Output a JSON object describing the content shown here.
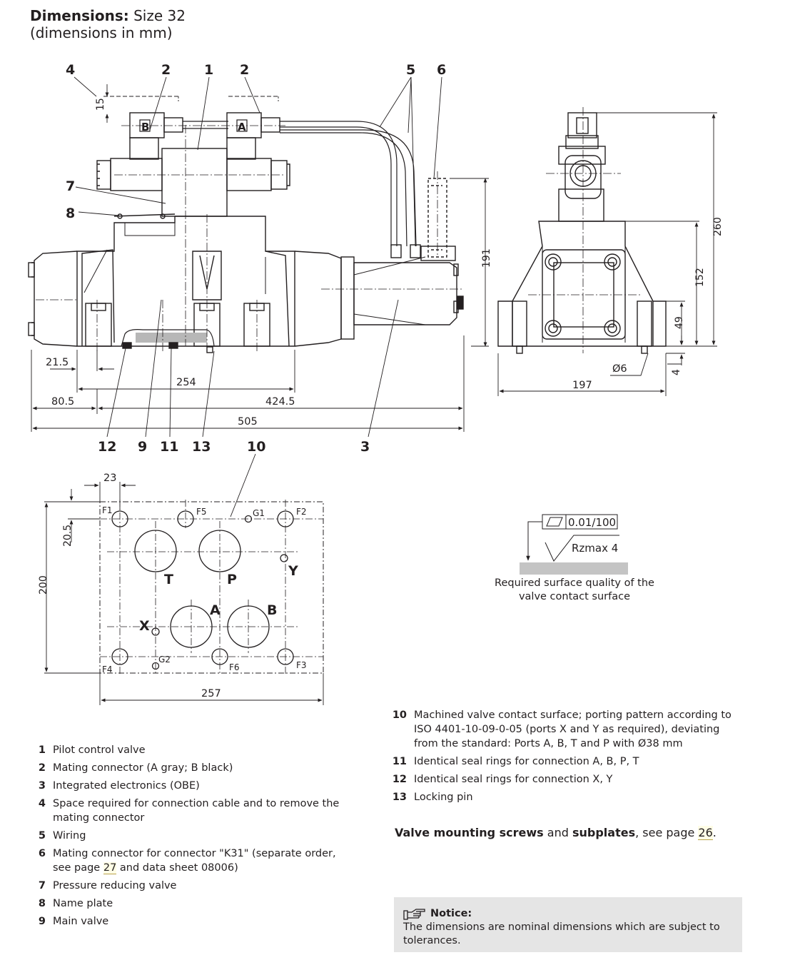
{
  "title": {
    "bold": "Dimensions:",
    "rest": " Size 32",
    "sub": "(dimensions in mm)"
  },
  "callouts": {
    "c4": "4",
    "c2a": "2",
    "c1": "1",
    "c2b": "2",
    "c5": "5",
    "c6": "6",
    "c7": "7",
    "c8": "8",
    "c12": "12",
    "c9": "9",
    "c11": "11",
    "c13": "13",
    "c10": "10",
    "c3": "3"
  },
  "dims_front": {
    "d15": "15",
    "d191": "191",
    "d21_5": "21.5",
    "d254": "254",
    "d80_5": "80.5",
    "d424_5": "424.5",
    "d505": "505"
  },
  "dims_side": {
    "d260": "260",
    "d152": "152",
    "d49": "49",
    "d4": "4",
    "d197": "197",
    "dphi6": "Ø6"
  },
  "connector_labels": {
    "b": "B",
    "a": "A"
  },
  "plate": {
    "d23": "23",
    "d20_5": "20.5",
    "d200": "200",
    "d257": "257",
    "F1": "F1",
    "F2": "F2",
    "F3": "F3",
    "F4": "F4",
    "F5": "F5",
    "F6": "F6",
    "G1": "G1",
    "G2": "G2",
    "T": "T",
    "P": "P",
    "A": "A",
    "B": "B",
    "X": "X",
    "Y": "Y"
  },
  "surface": {
    "flatness": "0.01/100",
    "roughness": "Rzmax 4",
    "caption_line1": "Required surface quality of the",
    "caption_line2": "valve contact surface"
  },
  "legend_left": [
    {
      "num": "1",
      "text": "Pilot control valve"
    },
    {
      "num": "2",
      "text": "Mating connector (A gray; B black)"
    },
    {
      "num": "3",
      "text": "Integrated electronics (OBE)"
    },
    {
      "num": "4",
      "text": "Space required for connection cable and to remove the mating connector"
    },
    {
      "num": "5",
      "text": "Wiring"
    },
    {
      "num": "6",
      "text_pre": "Mating connector for connector \"K31\" (separate order, see page ",
      "link": "27",
      "text_post": " and data sheet 08006)"
    },
    {
      "num": "7",
      "text": "Pressure reducing valve"
    },
    {
      "num": "8",
      "text": "Name plate"
    },
    {
      "num": "9",
      "text": "Main valve"
    }
  ],
  "legend_right": [
    {
      "num": "10",
      "text": "Machined valve contact surface; porting pattern according to ISO 4401-10-09-0-05 (ports X and Y as required), deviating from the standard: Ports A, B, T and P with Ø38 mm"
    },
    {
      "num": "11",
      "text": "Identical seal rings for connection A, B, P, T"
    },
    {
      "num": "12",
      "text": "Identical seal rings for connection X, Y"
    },
    {
      "num": "13",
      "text": "Locking pin"
    }
  ],
  "mounting": {
    "b1": "Valve mounting screws",
    "t1": " and ",
    "b2": "subplates",
    "t2": ", see page ",
    "link": "26",
    "t3": "."
  },
  "notice": {
    "title": "Notice:",
    "text": "The dimensions are nominal dimensions which are subject to tolerances.",
    "icon": "pointing-hand-icon"
  }
}
